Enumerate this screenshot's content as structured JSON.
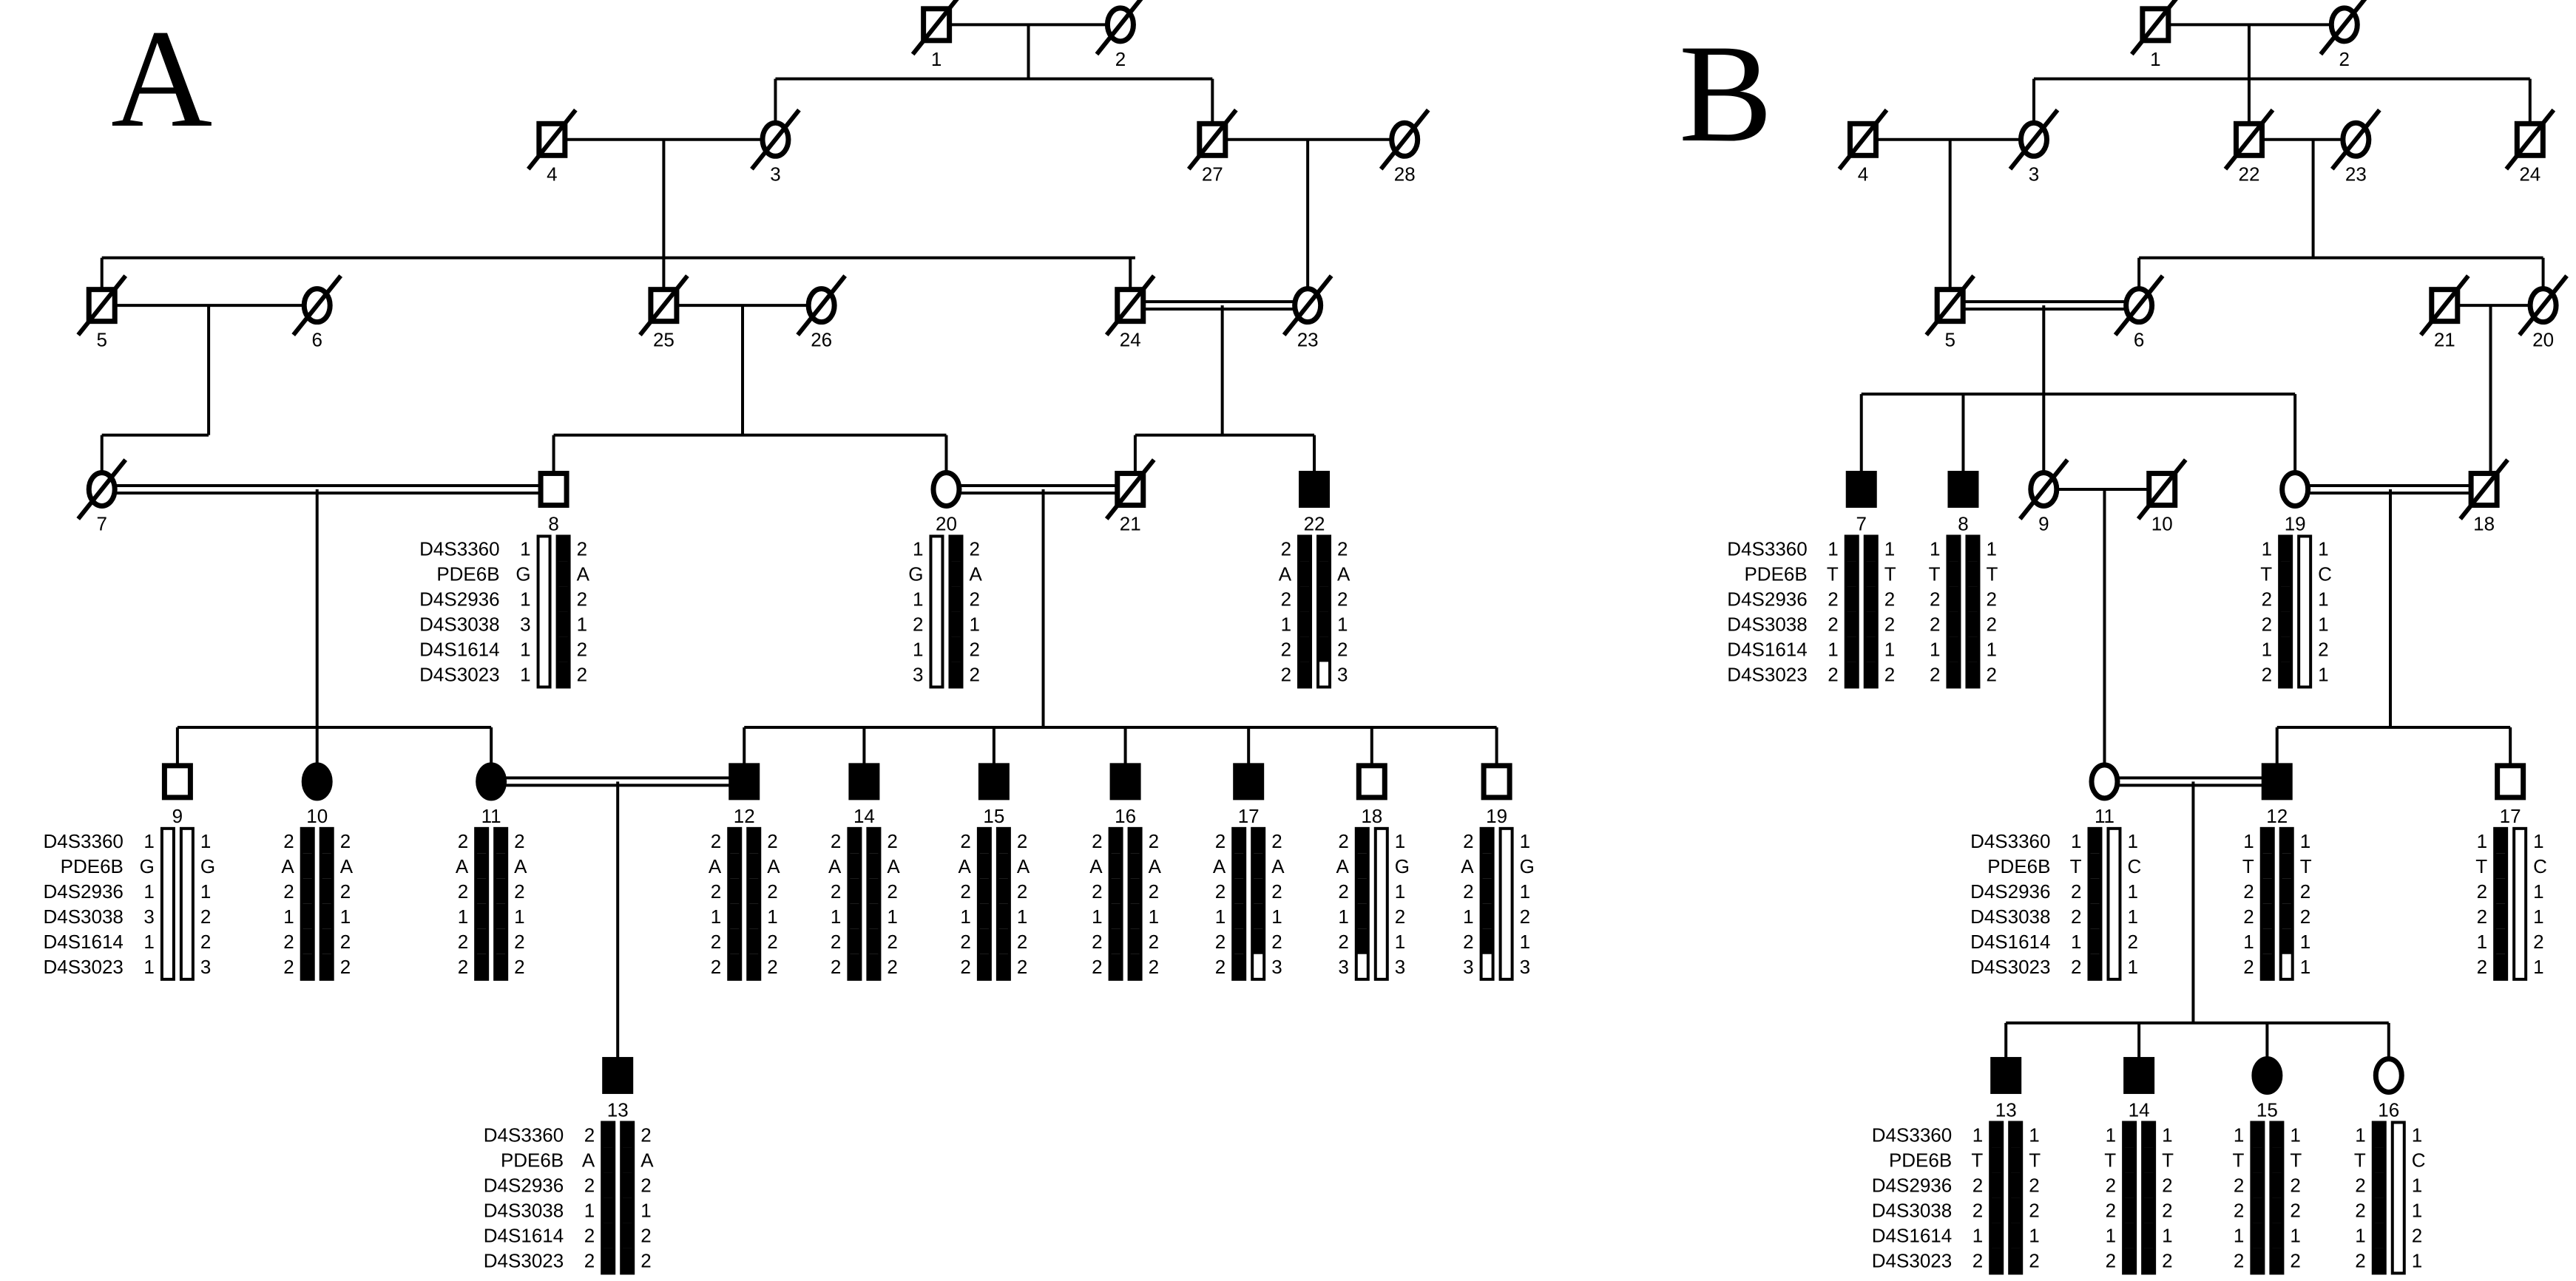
{
  "colors": {
    "ink": "#000000",
    "paper": "#ffffff"
  },
  "markers": [
    "D4S3360",
    "PDE6B",
    "D4S2936",
    "D4S3038",
    "D4S1614",
    "D4S3023"
  ],
  "pedigrees": [
    {
      "label": "A",
      "individuals": [
        {
          "id": "1",
          "sex": "male",
          "affected": false,
          "deceased": true
        },
        {
          "id": "2",
          "sex": "female",
          "affected": false,
          "deceased": true
        },
        {
          "id": "3",
          "sex": "female",
          "affected": false,
          "deceased": true
        },
        {
          "id": "4",
          "sex": "male",
          "affected": false,
          "deceased": true
        },
        {
          "id": "27",
          "sex": "male",
          "affected": false,
          "deceased": true
        },
        {
          "id": "28",
          "sex": "female",
          "affected": false,
          "deceased": true
        },
        {
          "id": "5",
          "sex": "male",
          "affected": false,
          "deceased": true
        },
        {
          "id": "6",
          "sex": "female",
          "affected": false,
          "deceased": true
        },
        {
          "id": "25",
          "sex": "male",
          "affected": false,
          "deceased": true
        },
        {
          "id": "26",
          "sex": "female",
          "affected": false,
          "deceased": true
        },
        {
          "id": "24",
          "sex": "male",
          "affected": false,
          "deceased": true
        },
        {
          "id": "23",
          "sex": "female",
          "affected": false,
          "deceased": true
        },
        {
          "id": "7",
          "sex": "female",
          "affected": false,
          "deceased": true
        },
        {
          "id": "8",
          "sex": "male",
          "affected": false,
          "deceased": false,
          "haplotype": {
            "left": [
              "1",
              "G",
              "1",
              "3",
              "1",
              "1"
            ],
            "right": [
              "2",
              "A",
              "2",
              "1",
              "2",
              "2"
            ],
            "left_bar": "wwwwww",
            "right_bar": "bbbbbb",
            "show_markers": true
          }
        },
        {
          "id": "20",
          "sex": "female",
          "affected": false,
          "deceased": false,
          "haplotype": {
            "left": [
              "1",
              "G",
              "1",
              "2",
              "1",
              "3"
            ],
            "right": [
              "2",
              "A",
              "2",
              "1",
              "2",
              "2"
            ],
            "left_bar": "wwwwww",
            "right_bar": "bbbbbb"
          }
        },
        {
          "id": "21",
          "sex": "male",
          "affected": false,
          "deceased": true
        },
        {
          "id": "22",
          "sex": "male",
          "affected": true,
          "deceased": false,
          "haplotype": {
            "left": [
              "2",
              "A",
              "2",
              "1",
              "2",
              "2"
            ],
            "right": [
              "2",
              "A",
              "2",
              "1",
              "2",
              "3"
            ],
            "left_bar": "bbbbbb",
            "right_bar": "bbbbbw"
          }
        },
        {
          "id": "9",
          "sex": "male",
          "affected": false,
          "deceased": false,
          "haplotype": {
            "left": [
              "1",
              "G",
              "1",
              "3",
              "1",
              "1"
            ],
            "right": [
              "1",
              "G",
              "1",
              "2",
              "2",
              "3"
            ],
            "left_bar": "wwwwww",
            "right_bar": "wwwwww",
            "show_markers": true
          }
        },
        {
          "id": "10",
          "sex": "female",
          "affected": true,
          "deceased": false,
          "haplotype": {
            "left": [
              "2",
              "A",
              "2",
              "1",
              "2",
              "2"
            ],
            "right": [
              "2",
              "A",
              "2",
              "1",
              "2",
              "2"
            ],
            "left_bar": "bbbbbb",
            "right_bar": "bbbbbb"
          }
        },
        {
          "id": "11",
          "sex": "female",
          "affected": true,
          "deceased": false,
          "haplotype": {
            "left": [
              "2",
              "A",
              "2",
              "1",
              "2",
              "2"
            ],
            "right": [
              "2",
              "A",
              "2",
              "1",
              "2",
              "2"
            ],
            "left_bar": "bbbbbb",
            "right_bar": "bbbbbb"
          }
        },
        {
          "id": "12",
          "sex": "male",
          "affected": true,
          "deceased": false,
          "haplotype": {
            "left": [
              "2",
              "A",
              "2",
              "1",
              "2",
              "2"
            ],
            "right": [
              "2",
              "A",
              "2",
              "1",
              "2",
              "2"
            ],
            "left_bar": "bbbbbb",
            "right_bar": "bbbbbb"
          }
        },
        {
          "id": "14",
          "sex": "male",
          "affected": true,
          "deceased": false,
          "haplotype": {
            "left": [
              "2",
              "A",
              "2",
              "1",
              "2",
              "2"
            ],
            "right": [
              "2",
              "A",
              "2",
              "1",
              "2",
              "2"
            ],
            "left_bar": "bbbbbb",
            "right_bar": "bbbbbb"
          }
        },
        {
          "id": "15",
          "sex": "male",
          "affected": true,
          "deceased": false,
          "haplotype": {
            "left": [
              "2",
              "A",
              "2",
              "1",
              "2",
              "2"
            ],
            "right": [
              "2",
              "A",
              "2",
              "1",
              "2",
              "2"
            ],
            "left_bar": "bbbbbb",
            "right_bar": "bbbbbb"
          }
        },
        {
          "id": "16",
          "sex": "male",
          "affected": true,
          "deceased": false,
          "haplotype": {
            "left": [
              "2",
              "A",
              "2",
              "1",
              "2",
              "2"
            ],
            "right": [
              "2",
              "A",
              "2",
              "1",
              "2",
              "2"
            ],
            "left_bar": "bbbbbb",
            "right_bar": "bbbbbb"
          }
        },
        {
          "id": "17",
          "sex": "male",
          "affected": true,
          "deceased": false,
          "haplotype": {
            "left": [
              "2",
              "A",
              "2",
              "1",
              "2",
              "2"
            ],
            "right": [
              "2",
              "A",
              "2",
              "1",
              "2",
              "3"
            ],
            "left_bar": "bbbbbb",
            "right_bar": "bbbbbw"
          }
        },
        {
          "id": "18",
          "sex": "male",
          "affected": false,
          "deceased": false,
          "haplotype": {
            "left": [
              "2",
              "A",
              "2",
              "1",
              "2",
              "3"
            ],
            "right": [
              "1",
              "G",
              "1",
              "2",
              "1",
              "3"
            ],
            "left_bar": "bbbbbw",
            "right_bar": "wwwwww"
          }
        },
        {
          "id": "19",
          "sex": "male",
          "affected": false,
          "deceased": false,
          "haplotype": {
            "left": [
              "2",
              "A",
              "2",
              "1",
              "2",
              "3"
            ],
            "right": [
              "1",
              "G",
              "1",
              "2",
              "1",
              "3"
            ],
            "left_bar": "bbbbbw",
            "right_bar": "wwwwww"
          }
        },
        {
          "id": "13",
          "sex": "male",
          "affected": true,
          "deceased": false,
          "haplotype": {
            "left": [
              "2",
              "A",
              "2",
              "1",
              "2",
              "2"
            ],
            "right": [
              "2",
              "A",
              "2",
              "1",
              "2",
              "2"
            ],
            "left_bar": "bbbbbb",
            "right_bar": "bbbbbb",
            "show_markers": true
          }
        }
      ]
    },
    {
      "label": "B",
      "individuals": [
        {
          "id": "1",
          "sex": "male",
          "affected": false,
          "deceased": true
        },
        {
          "id": "2",
          "sex": "female",
          "affected": false,
          "deceased": true
        },
        {
          "id": "4",
          "sex": "male",
          "affected": false,
          "deceased": true
        },
        {
          "id": "3",
          "sex": "female",
          "affected": false,
          "deceased": true
        },
        {
          "id": "22",
          "sex": "male",
          "affected": false,
          "deceased": true
        },
        {
          "id": "23",
          "sex": "female",
          "affected": false,
          "deceased": true
        },
        {
          "id": "24",
          "sex": "male",
          "affected": false,
          "deceased": true
        },
        {
          "id": "5",
          "sex": "male",
          "affected": false,
          "deceased": true
        },
        {
          "id": "6",
          "sex": "female",
          "affected": false,
          "deceased": true
        },
        {
          "id": "21",
          "sex": "male",
          "affected": false,
          "deceased": true
        },
        {
          "id": "20",
          "sex": "female",
          "affected": false,
          "deceased": true
        },
        {
          "id": "7",
          "sex": "male",
          "affected": true,
          "deceased": false,
          "haplotype": {
            "left": [
              "1",
              "T",
              "2",
              "2",
              "1",
              "2"
            ],
            "right": [
              "1",
              "T",
              "2",
              "2",
              "1",
              "2"
            ],
            "left_bar": "bbbbbb",
            "right_bar": "bbbbbb",
            "show_markers": true
          }
        },
        {
          "id": "8",
          "sex": "male",
          "affected": true,
          "deceased": false,
          "haplotype": {
            "left": [
              "1",
              "T",
              "2",
              "2",
              "1",
              "2"
            ],
            "right": [
              "1",
              "T",
              "2",
              "2",
              "1",
              "2"
            ],
            "left_bar": "bbbbbb",
            "right_bar": "bbbbbb"
          }
        },
        {
          "id": "9",
          "sex": "female",
          "affected": false,
          "deceased": true
        },
        {
          "id": "10",
          "sex": "male",
          "affected": false,
          "deceased": true
        },
        {
          "id": "19",
          "sex": "female",
          "affected": false,
          "deceased": false,
          "haplotype": {
            "left": [
              "1",
              "T",
              "2",
              "2",
              "1",
              "2"
            ],
            "right": [
              "1",
              "C",
              "1",
              "1",
              "2",
              "1"
            ],
            "left_bar": "bbbbbb",
            "right_bar": "wwwwww"
          }
        },
        {
          "id": "18",
          "sex": "male",
          "affected": false,
          "deceased": true
        },
        {
          "id": "11",
          "sex": "female",
          "affected": false,
          "deceased": false,
          "haplotype": {
            "left": [
              "1",
              "T",
              "2",
              "2",
              "1",
              "2"
            ],
            "right": [
              "1",
              "C",
              "1",
              "1",
              "2",
              "1"
            ],
            "left_bar": "bbbbbb",
            "right_bar": "wwwwww",
            "show_markers": true
          }
        },
        {
          "id": "12",
          "sex": "male",
          "affected": true,
          "deceased": false,
          "haplotype": {
            "left": [
              "1",
              "T",
              "2",
              "2",
              "1",
              "2"
            ],
            "right": [
              "1",
              "T",
              "2",
              "2",
              "1",
              "1"
            ],
            "left_bar": "bbbbbb",
            "right_bar": "bbbbbw"
          }
        },
        {
          "id": "17",
          "sex": "male",
          "affected": false,
          "deceased": false,
          "haplotype": {
            "left": [
              "1",
              "T",
              "2",
              "2",
              "1",
              "2"
            ],
            "right": [
              "1",
              "C",
              "1",
              "1",
              "2",
              "1"
            ],
            "left_bar": "bbbbbb",
            "right_bar": "wwwwww"
          }
        },
        {
          "id": "13",
          "sex": "male",
          "affected": true,
          "deceased": false,
          "haplotype": {
            "left": [
              "1",
              "T",
              "2",
              "2",
              "1",
              "2"
            ],
            "right": [
              "1",
              "T",
              "2",
              "2",
              "1",
              "2"
            ],
            "left_bar": "bbbbbb",
            "right_bar": "bbbbbb",
            "show_markers": true
          }
        },
        {
          "id": "14",
          "sex": "male",
          "affected": true,
          "deceased": false,
          "haplotype": {
            "left": [
              "1",
              "T",
              "2",
              "2",
              "1",
              "2"
            ],
            "right": [
              "1",
              "T",
              "2",
              "2",
              "1",
              "2"
            ],
            "left_bar": "bbbbbb",
            "right_bar": "bbbbbb"
          }
        },
        {
          "id": "15",
          "sex": "female",
          "affected": true,
          "deceased": false,
          "haplotype": {
            "left": [
              "1",
              "T",
              "2",
              "2",
              "1",
              "2"
            ],
            "right": [
              "1",
              "T",
              "2",
              "2",
              "1",
              "2"
            ],
            "left_bar": "bbbbbb",
            "right_bar": "bbbbbb"
          }
        },
        {
          "id": "16",
          "sex": "female",
          "affected": false,
          "deceased": false,
          "haplotype": {
            "left": [
              "1",
              "T",
              "2",
              "2",
              "1",
              "2"
            ],
            "right": [
              "1",
              "C",
              "1",
              "1",
              "2",
              "1"
            ],
            "left_bar": "bbbbbb",
            "right_bar": "wwwwww"
          }
        }
      ]
    }
  ]
}
